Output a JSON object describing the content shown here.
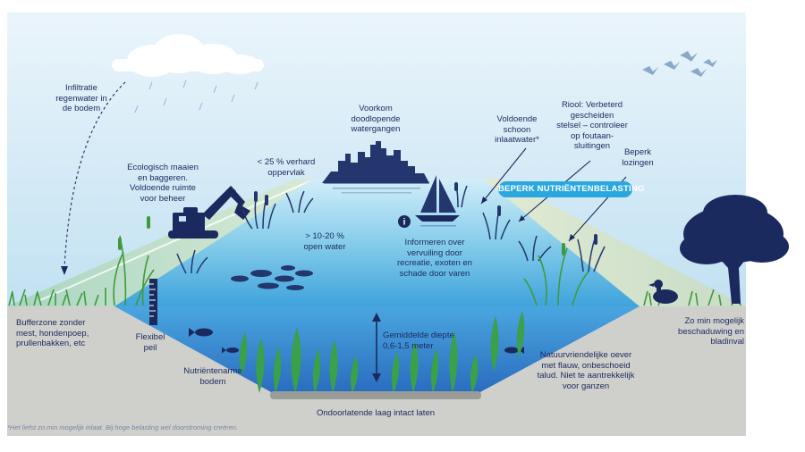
{
  "labels": {
    "infiltratie": [
      "Infiltratie",
      "regenwater in",
      "de bodem"
    ],
    "maaien": [
      "Ecologisch maaien",
      "en baggeren.",
      "Voldoende ruimte",
      "voor beheer"
    ],
    "verhard": [
      "< 25 % verhard",
      "oppervlak"
    ],
    "voorkom": [
      "Voorkom",
      "doodlopende",
      "watergangen"
    ],
    "inlaat": [
      "Voldoende",
      "schoon",
      "inlaatwater*"
    ],
    "riool": [
      "Riool: Verbeterd",
      "gescheiden",
      "stelsel – controleer",
      "op foutaan-",
      "sluitingen"
    ],
    "lozingen": [
      "Beperk",
      "lozingen"
    ],
    "open_water": [
      "> 10-20 %",
      "open water"
    ],
    "informeren": [
      "Informeren over",
      "vervuiling door",
      "recreatie, exoten en",
      "schade door varen"
    ],
    "bufferzone": [
      "Bufferzone zonder",
      "mest, hondenpoep,",
      "prullenbakken, etc"
    ],
    "peil": [
      "Flexibel",
      "peil"
    ],
    "bodem": [
      "Nutriëntenarme",
      "bodem"
    ],
    "diepte": [
      "Gemiddelde diepte",
      "0,6-1,5 meter"
    ],
    "oever": [
      "Natuurvriendelijke oever",
      "met flauw, onbeschoeid",
      "talud. Niet te aantrekkelijk",
      "voor ganzen"
    ],
    "beschaduwing": [
      "Zo min mogelijk",
      "beschaduwing en",
      "bladinval"
    ],
    "laag": [
      "Ondoorlatende laag intact laten"
    ]
  },
  "badge": "BEPERK NUTRIËNTENBELASTING",
  "info_icon": "i",
  "footnote": "*Het liefst zo min mogelijk inlaat. Bij hoge belasting wel doorstroming creëren.",
  "icons": [
    "cloud-icon",
    "rain-icon",
    "birds-icon",
    "excavator-icon",
    "city-skyline-icon",
    "sailboat-icon",
    "info-icon",
    "tree-icon",
    "duck-icon",
    "fish-icon",
    "water-lilies-icon",
    "reeds-icon",
    "water-plants-icon",
    "gauge-icon",
    "depth-arrow-icon"
  ],
  "colors": {
    "sky_top": "#e8f4fb",
    "sky_bottom": "#c3e2f3",
    "water_surface": "#9fd8ef",
    "water_deep": "#2b6fc1",
    "ground": "#cfcfcb",
    "embankment": "#c7dcc4",
    "grass": "#3f9a3c",
    "navy": "#1b2a5e",
    "badge": "#2aa7df"
  }
}
